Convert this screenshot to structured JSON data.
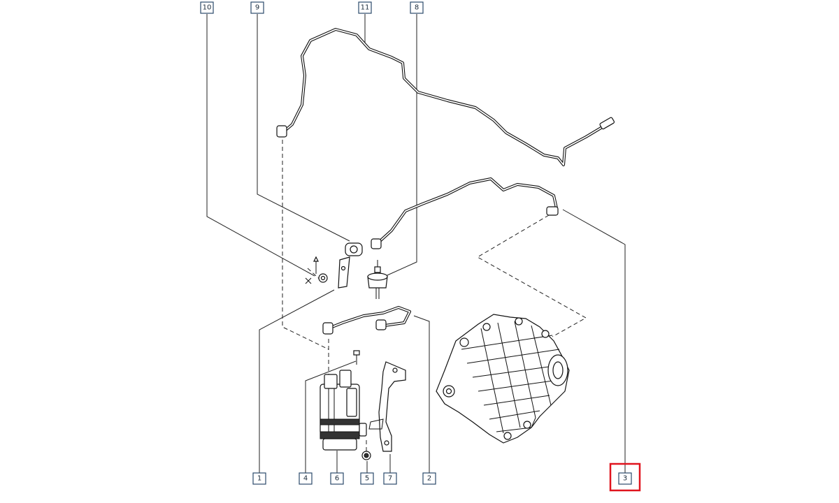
{
  "callouts": {
    "c10": "10",
    "c9": "9",
    "c11": "11",
    "c8": "8",
    "c1": "1",
    "c4": "4",
    "c6": "6",
    "c5": "5",
    "c7": "7",
    "c2": "2",
    "c3": "3"
  },
  "highlight": {
    "part": "3",
    "color": "#e0141e"
  },
  "colors": {
    "callout_border": "#2b4a6b",
    "line": "#222222"
  }
}
